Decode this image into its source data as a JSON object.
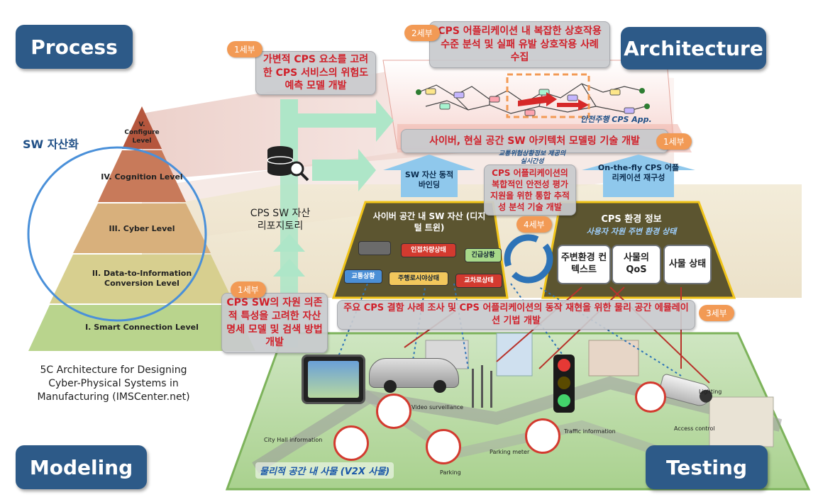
{
  "corners": {
    "process": "Process",
    "architecture": "Architecture",
    "modeling": "Modeling",
    "testing": "Testing"
  },
  "pyramid": {
    "sw_asset_label": "SW 자산화",
    "levels": [
      "V. Configure Level",
      "IV. Cognition Level",
      "III. Cyber Level",
      "II. Data-to-Information Conversion Level",
      "I. Smart Connection Level"
    ],
    "caption": "5C Architecture for Designing Cyber-Physical Systems in Manufacturing (IMSCenter.net)"
  },
  "repository_label": "CPS SW 자산 리포지토리",
  "badges": {
    "top_left": "1세부",
    "top_center": "2세부",
    "arch_right": "1세부",
    "middle": "4세부",
    "bottom_left": "1세부",
    "bottom_right": "3세부"
  },
  "callouts": {
    "risk_model": "가변적 CPS 요소를 고려한 CPS 서비스의 위험도 예측 모델 개발",
    "interaction": "CPS 어플리케이션 내 복잡한 상호작용 수준 분석 및 실패 유발 상호작용 사례 수집",
    "arch_modeling": "사이버, 현실 공간 SW 아키텍처 모델링 기술 개발",
    "safety_eval": "CPS 어플리케이션의 복합적인 안전성 평가 지원을 위한 통합 추적성 분석 기술 개발",
    "asset_spec": "CPS SW의 자원 의존적 특성을 고려한 자산 명세 모델 및 검색 방법 개발",
    "emulation": "주요 CPS 결함 사례 조사 및 CPS 어플리케이션의 동작 재현을 위한 물리 공간 에뮬레이션 기법 개발"
  },
  "app_label": "안전주행 CPS App.",
  "arrows": {
    "binding": "SW 자산 동적 바인딩",
    "reconfig": "On-the-fly CPS 어플리케이션 재구성",
    "traffic_note": "교통위험상황정보 제공의 실시간성"
  },
  "cyber_panel": {
    "title": "사이버 공간 내 SW 자산 (디지털 트윈)",
    "chips": [
      "인접차량상태",
      "긴급상황",
      "교통상황",
      "주행로시야상태",
      "교차로상태"
    ]
  },
  "env_panel": {
    "title": "CPS 환경 정보",
    "subtitle": "사용자 자원 주변 환경 상태",
    "boxes": [
      "주변환경 컨텍스트",
      "사물의 QoS",
      "사물 상태"
    ]
  },
  "physical": {
    "label": "물리적 공간 내 사물 (V2X 사물)",
    "map_labels": [
      "City Hall information",
      "Parking meter",
      "Video surveillance",
      "Traffic information",
      "Access control",
      "Parking",
      "Lighting"
    ]
  },
  "colors": {
    "corner_bg": "#2d5a88",
    "callout_text": "#d0202a",
    "badge": "#f29a55",
    "panel_border": "#f0c419"
  }
}
